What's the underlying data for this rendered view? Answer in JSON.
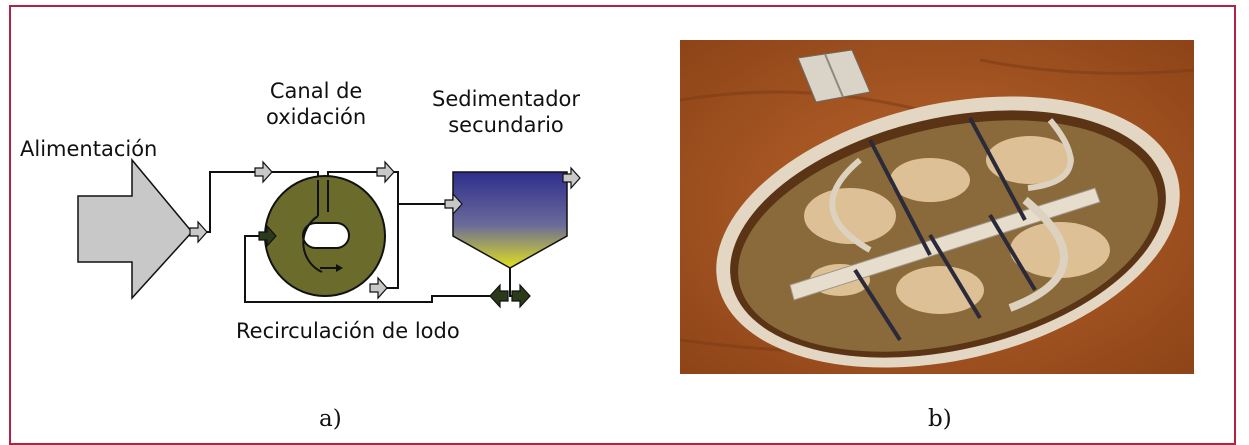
{
  "diagram": {
    "feed_label": "Alimentación",
    "channel_label": [
      "Canal de",
      "oxidación"
    ],
    "settler_label": [
      "Sedimentador",
      "secundario"
    ],
    "recycle_label": "Recirculación de lodo"
  },
  "photo": {
    "subject": "aerial-photo-oxidation-ditch"
  },
  "captions": {
    "a": "a)",
    "b": "b)"
  },
  "colors": {
    "frame": "#b22242",
    "feed_arrow": "#c8c8c8",
    "ditch": "#6b6b2c",
    "settler_top": "#2e2e8c",
    "settler_bottom": "#e0e020",
    "valve": "#2c3a1c"
  }
}
